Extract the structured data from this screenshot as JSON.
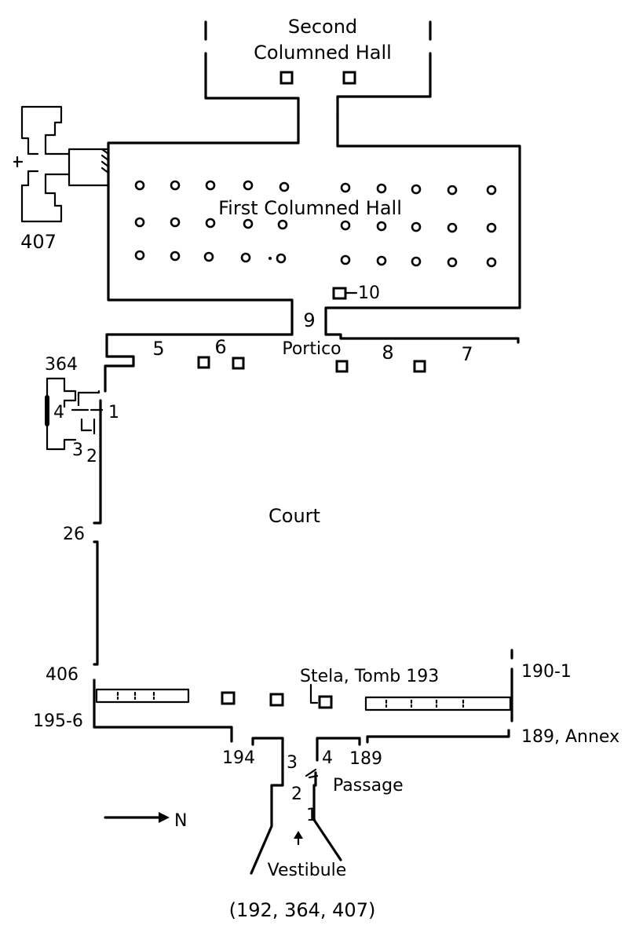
{
  "labels": {
    "second_hall_1": "Second",
    "second_hall_2": "Columned Hall",
    "first_hall": "First Columned Hall",
    "tomb_407": "407",
    "door_10": "10",
    "door_9": "9",
    "portico": "Portico",
    "num_5": "5",
    "num_6": "6",
    "num_7": "7",
    "num_8": "8",
    "tomb_364": "364",
    "side_4": "4",
    "side_1": "1",
    "side_3": "3",
    "side_2": "2",
    "court": "Court",
    "tomb_26": "26",
    "tomb_406": "406",
    "stela": "Stela, Tomb 193",
    "tomb_190_1": "190-1",
    "tomb_195_6": "195-6",
    "annex": "189, Annex",
    "tomb_194": "194",
    "tomb_189": "189",
    "gate_3": "3",
    "gate_4": "4",
    "passage": "Passage",
    "gate_2": "2",
    "gate_1": "1",
    "north": "N",
    "vestibule": "Vestibule",
    "references": "(192, 364, 407)"
  }
}
